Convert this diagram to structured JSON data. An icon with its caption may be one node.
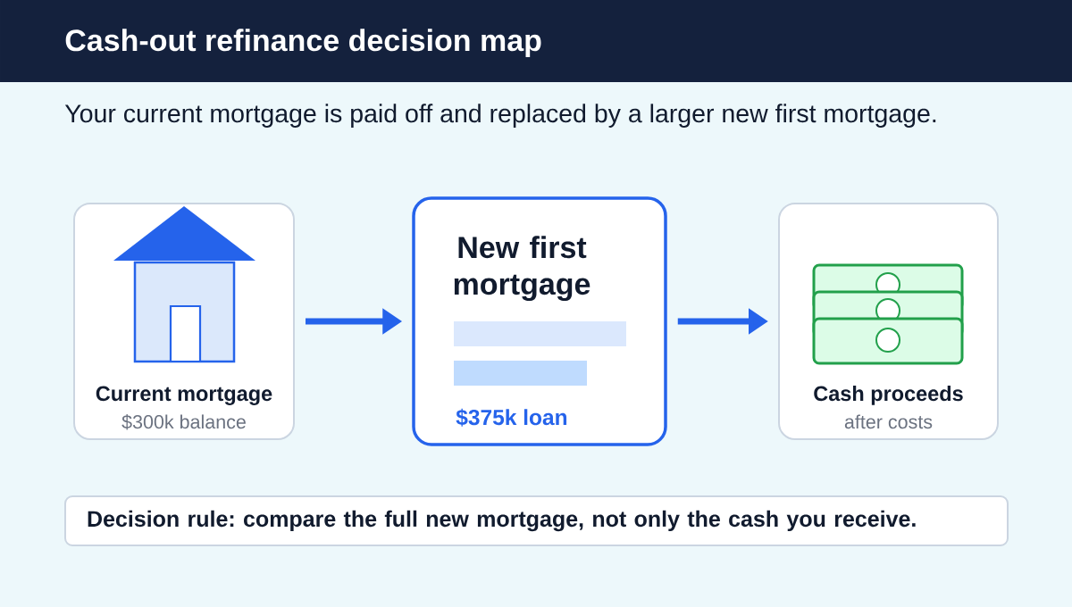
{
  "diagram": {
    "title": "Cash-out refinance decision map",
    "nodes": [
      {
        "text": [
          "Current mortgage",
          "$300k balance"
        ]
      },
      {
        "text": [
          "New first mortgage",
          "$375k loan"
        ]
      },
      {
        "text": [
          "Cash proceeds",
          "after costs"
        ]
      },
      {
        "text": [
          "Decision rule: compare the full new mortgage, not only the cash you receive."
        ]
      }
    ],
    "edges": [
      {
        "from": 0,
        "to": 1,
        "arrow": "to"
      },
      {
        "from": 1,
        "to": 2,
        "arrow": "to"
      }
    ],
    "labels": [
      "Your current mortgage is paid off and replaced by a larger new first mortgage."
    ]
  }
}
